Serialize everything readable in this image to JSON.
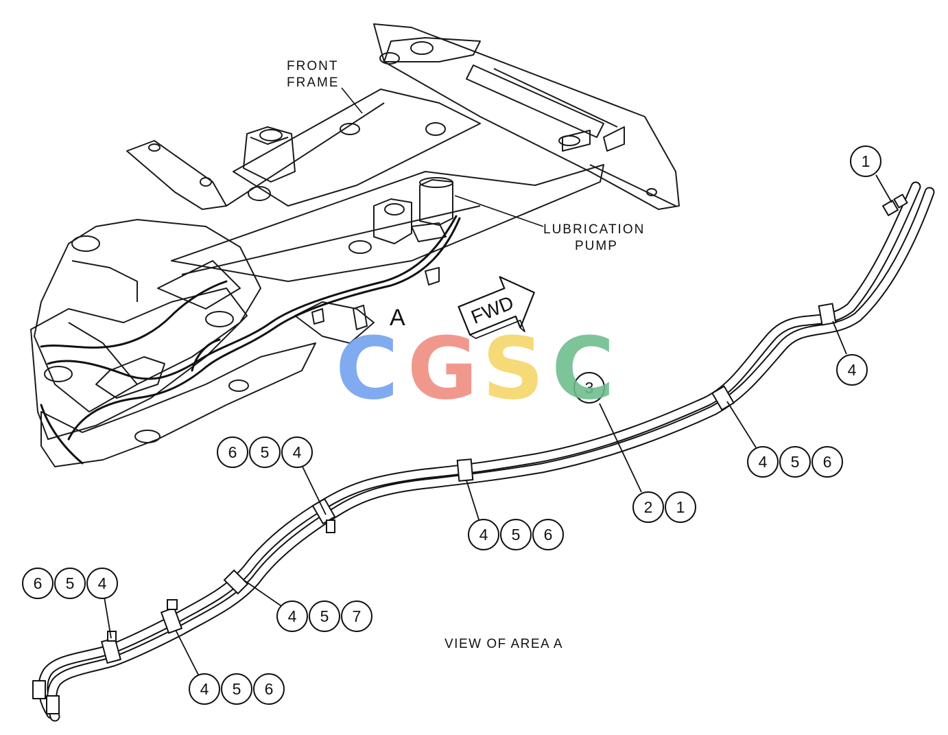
{
  "labels": {
    "front_frame": [
      "FRONT",
      "FRAME"
    ],
    "lubrication_pump": [
      "LUBRICATION",
      "PUMP"
    ],
    "area_marker": "A",
    "forward_arrow": "FWD",
    "view_caption": "VIEW OF AREA A"
  },
  "watermark": {
    "letters": [
      "C",
      "G",
      "S",
      "C"
    ],
    "colors": [
      "#6fa0f0",
      "#f08a7e",
      "#f5d666",
      "#6cbc8c"
    ]
  },
  "callouts": {
    "top_right": [
      "1"
    ],
    "right_clamp": [
      "4"
    ],
    "tube_label": [
      "3"
    ],
    "center_right": [
      "4",
      "5",
      "6"
    ],
    "center_bottom": [
      "2",
      "1"
    ],
    "center_left": [
      "4",
      "5",
      "6"
    ],
    "upper_left": [
      "6",
      "5",
      "4"
    ],
    "mid_left_clamp": [
      "4",
      "5",
      "7"
    ],
    "far_left": [
      "6",
      "5",
      "4"
    ],
    "bottom_left": [
      "4",
      "5",
      "6"
    ]
  }
}
